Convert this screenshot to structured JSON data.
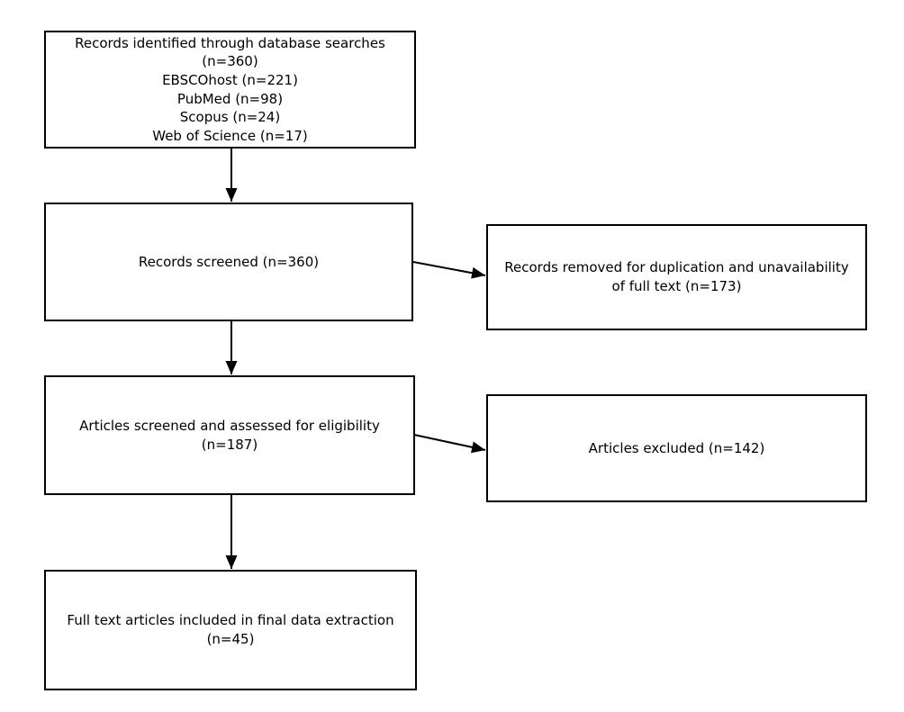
{
  "boxes": {
    "identified": {
      "lines": [
        "Records identified through database searches",
        "(n=360)",
        "EBSCOhost (n=221)",
        "PubMed (n=98)",
        "Scopus (n=24)",
        "Web of Science (n=17)"
      ]
    },
    "screened": {
      "lines": [
        "Records screened (n=360)"
      ]
    },
    "removed": {
      "lines": [
        "Records removed for duplication and unavailability",
        "of full text (n=173)"
      ]
    },
    "eligibility": {
      "lines": [
        "Articles screened and assessed for eligibility",
        "(n=187)"
      ]
    },
    "excluded": {
      "lines": [
        "Articles excluded (n=142)"
      ]
    },
    "included": {
      "lines": [
        "Full text articles included in final data extraction",
        "(n=45)"
      ]
    }
  },
  "counts": {
    "identified_total": 360,
    "ebscohost": 221,
    "pubmed": 98,
    "scopus": 24,
    "web_of_science": 17,
    "screened": 360,
    "removed_duplicates_unavailable": 173,
    "assessed_eligibility": 187,
    "excluded": 142,
    "included_final": 45
  },
  "colors": {
    "background": "#ffffff",
    "box_border": "#000000",
    "text": "#000000",
    "arrow": "#000000"
  }
}
